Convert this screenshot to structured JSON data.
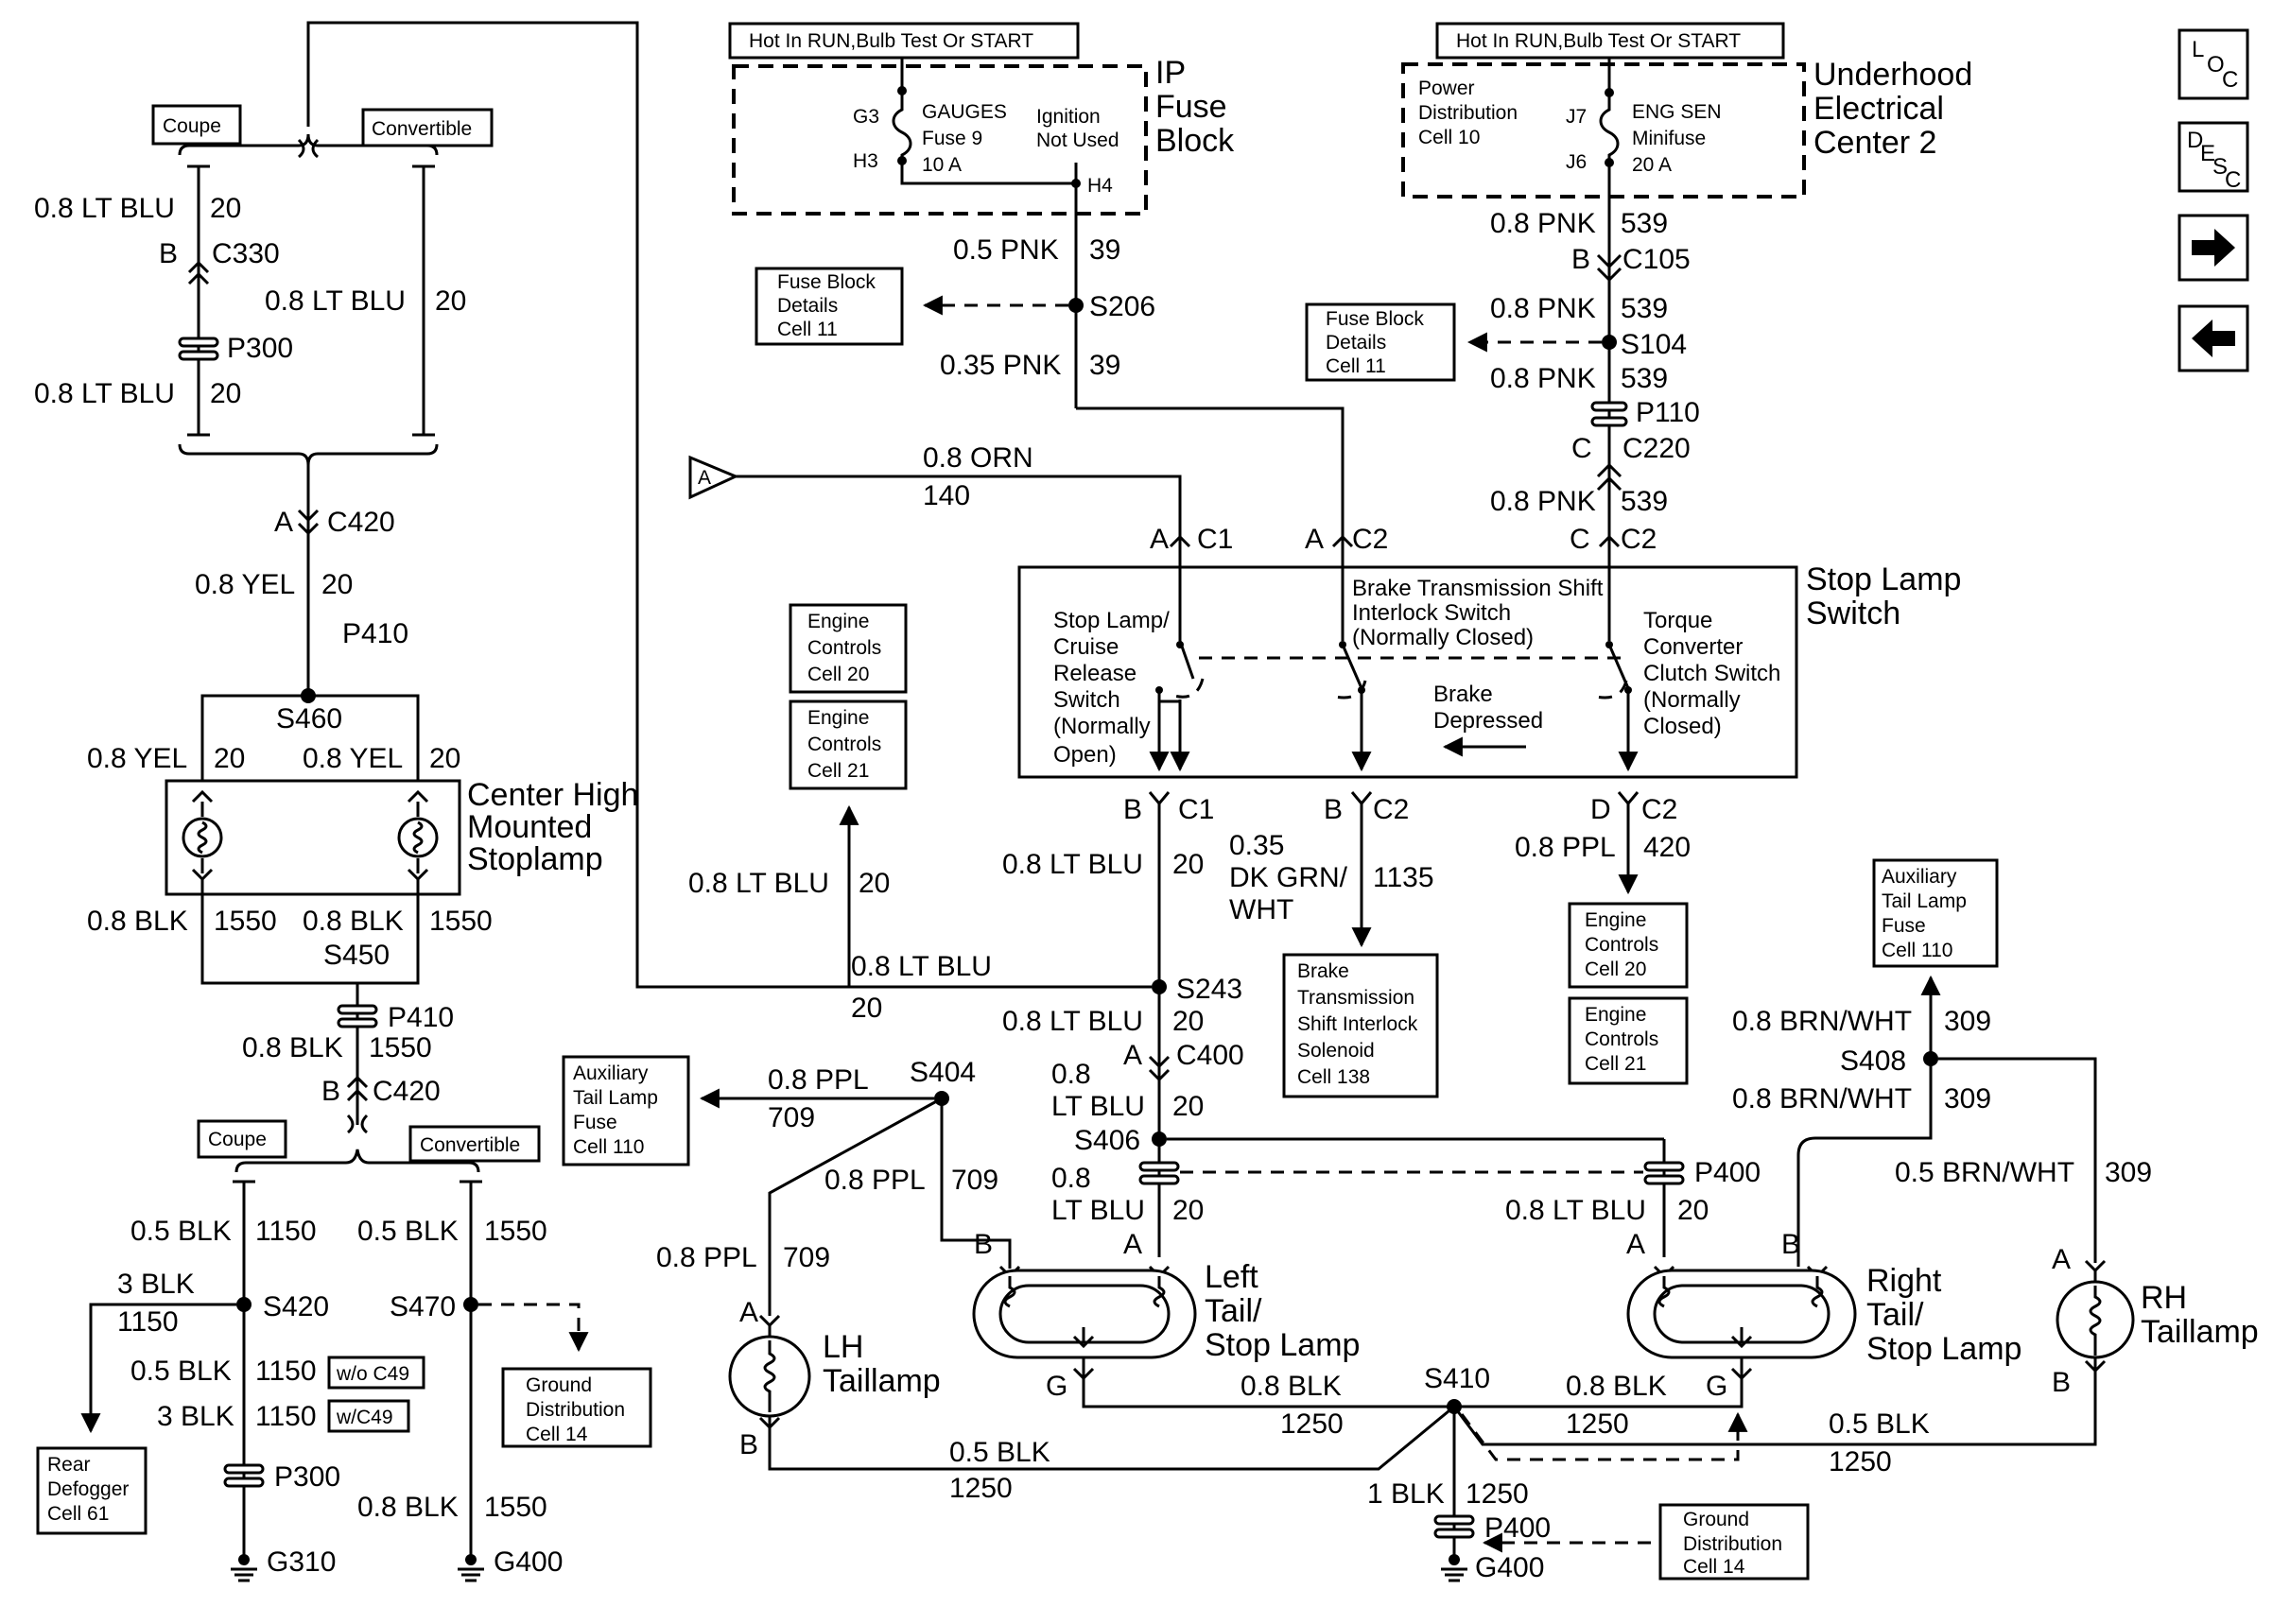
{
  "hot_label_left": "Hot In RUN,Bulb Test Or START",
  "hot_label_right": "Hot In RUN,Bulb Test Or START",
  "ip_fuse_block": {
    "name_line1": "IP",
    "name_line2": "Fuse",
    "name_line3": "Block",
    "pin_top": "G3",
    "pin_bottom": "H3",
    "fuse_l1": "GAUGES",
    "fuse_l2": "Fuse 9",
    "fuse_l3": "10 A",
    "ign_l1": "Ignition",
    "ign_l2": "Not Used",
    "pin_h4": "H4"
  },
  "uec2": {
    "name_line1": "Underhood",
    "name_line2": "Electrical",
    "name_line3": "Center 2",
    "pdc_l1": "Power",
    "pdc_l2": "Distribution",
    "pdc_l3": "Cell 10",
    "pin_top": "J7",
    "pin_bottom": "J6",
    "fuse_l1": "ENG SEN",
    "fuse_l2": "Minifuse",
    "fuse_l3": "20 A"
  },
  "nav": {
    "loc_l": "L",
    "loc_o": "O",
    "loc_c": "C",
    "desc_d": "D",
    "desc_e": "E",
    "desc_s": "S",
    "desc_c": "C",
    "next_arrow": "→",
    "prev_arrow": "←"
  },
  "wires": {
    "w_pnk39_a": "0.5 PNK",
    "c_pnk39_a": "39",
    "s206": "S206",
    "w_pnk39_b": "0.35 PNK",
    "c_pnk39_b": "39",
    "w_pnk539_a": "0.8 PNK",
    "c_pnk539_a": "539",
    "pin_b_c105": "B",
    "c105": "C105",
    "w_pnk539_b": "0.8 PNK",
    "c_pnk539_b": "539",
    "s104": "S104",
    "w_pnk539_c": "0.8 PNK",
    "c_pnk539_c": "539",
    "p110": "P110",
    "pin_c_c220": "C",
    "c220": "C220",
    "w_pnk539_d": "0.8 PNK",
    "c_pnk539_d": "539",
    "w_orn": "0.8 ORN",
    "c_orn": "140",
    "conn_a": "A",
    "w_ltblu_top1": "0.8 LT BLU",
    "c_ltblu_top1": "20",
    "pin_b_c330": "B",
    "c330": "C330",
    "p300_top": "P300",
    "w_ltblu_top2": "0.8 LT BLU",
    "c_ltblu_top2": "20",
    "w_ltblu_conv": "0.8 LT BLU",
    "c_ltblu_conv": "20",
    "coupe_top": "Coupe",
    "conv_top": "Convertible",
    "pin_a_c420": "A",
    "c420_top": "C420",
    "w_yel": "0.8 YEL",
    "c_yel": "20",
    "p410_top": "P410",
    "s460": "S460",
    "w_yel_l": "0.8 YEL",
    "c_yel_l": "20",
    "w_yel_r": "0.8 YEL",
    "c_yel_r": "20",
    "chmsl_l1": "Center High",
    "chmsl_l2": "Mounted",
    "chmsl_l3": "Stoplamp",
    "w_blk_l": "0.8 BLK",
    "c_blk_l": "1550",
    "w_blk_r": "0.8 BLK",
    "c_blk_r": "1550",
    "s450": "S450",
    "p410_bot": "P410",
    "w_blk_mid": "0.8 BLK",
    "c_blk_mid": "1550",
    "pin_b_c420": "B",
    "c420_bot": "C420",
    "coupe_bot": "Coupe",
    "conv_bot": "Convertible",
    "w_blk05_a": "0.5 BLK",
    "c_blk05_a": "1150",
    "w_blk05_b": "0.5 BLK",
    "c_blk05_b": "1550",
    "w_3blk": "3 BLK",
    "c_3blk": "1150",
    "s420": "S420",
    "s470": "S470",
    "w_blk05_c": "0.5 BLK",
    "c_blk05_c": "1150",
    "opt_wo": "w/o C49",
    "w_3blk_b": "3 BLK",
    "c_3blk_b": "1150",
    "opt_w": "w/C49",
    "p300_bot": "P300",
    "w_blk08_c": "0.8 BLK",
    "c_blk08_c": "1550",
    "g310": "G310",
    "g400_left": "G400",
    "pin_a_c1": "A",
    "c1_top": "C1",
    "pin_a_c2": "A",
    "c2_top1": "C2",
    "pin_c_c2": "C",
    "c2_top2": "C2",
    "pin_b_c1": "B",
    "c1_bot": "C1",
    "pin_b_c2": "B",
    "c2_bot1": "C2",
    "pin_d_c2": "D",
    "c2_bot2": "C2",
    "w_ltblu_sw": "0.8 LT BLU",
    "c_ltblu_sw": "20",
    "w_dkgrn_1": "0.35",
    "w_dkgrn_2": "DK GRN/",
    "w_dkgrn_3": "WHT",
    "c_dkgrn": "1135",
    "w_ppl_ec": "0.8 PPL",
    "c_ppl_ec": "420",
    "w_ltblu_ec": "0.8 LT BLU",
    "c_ltblu_ec": "20",
    "w_ltblu_s243": "0.8 LT BLU",
    "c_ltblu_s243": "20",
    "s243": "S243",
    "w_ltblu_c400": "0.8 LT BLU",
    "c_ltblu_c400": "20",
    "pin_a_c400": "A",
    "c400": "C400",
    "w_ltblu_s406_1": "0.8",
    "w_ltblu_s406_2": "LT BLU",
    "c_ltblu_s406": "20",
    "s406": "S406",
    "w_ltblu_p400_1": "0.8",
    "w_ltblu_p400_2": "LT BLU",
    "c_ltblu_p400": "20",
    "p400_mid": "P400",
    "w_ltblu_right": "0.8 LT BLU",
    "c_ltblu_right": "20",
    "w_ppl_s404": "0.8 PPL",
    "c_ppl_s404": "709",
    "s404": "S404",
    "w_ppl_b": "0.8 PPL",
    "c_ppl_b": "709",
    "w_ppl_lh": "0.8 PPL",
    "c_ppl_lh": "709",
    "pin_b_left": "B",
    "pin_a_left": "A",
    "pin_a_lh": "A",
    "pin_b_lh": "B",
    "lh_l1": "LH",
    "lh_l2": "Taillamp",
    "left_tail_l1": "Left",
    "left_tail_l2": "Tail/",
    "left_tail_l3": "Stop Lamp",
    "pin_g_left": "G",
    "pin_a_right": "A",
    "pin_b_right": "B",
    "pin_g_right": "G",
    "right_tail_l1": "Right",
    "right_tail_l2": "Tail/",
    "right_tail_l3": "Stop Lamp",
    "w_brn_a": "0.8 BRN/WHT",
    "c_brn_a": "309",
    "s408": "S408",
    "w_brn_b": "0.8 BRN/WHT",
    "c_brn_b": "309",
    "w_brn_c": "0.5 BRN/WHT",
    "c_brn_c": "309",
    "pin_a_rh": "A",
    "pin_b_rh": "B",
    "rh_l1": "RH",
    "rh_l2": "Taillamp",
    "s410": "S410",
    "w_blk08_l": "0.8 BLK",
    "c_blk08_l": "1250",
    "w_blk08_r": "0.8 BLK",
    "c_blk08_r": "1250",
    "w_blk05_lh": "0.5 BLK",
    "c_blk05_lh": "1250",
    "w_blk05_rh": "0.5 BLK",
    "c_blk05_rh": "1250",
    "w_1blk": "1 BLK",
    "c_1blk": "1250",
    "p400_bot": "P400",
    "g400_bot": "G400"
  },
  "switch": {
    "title_l1": "Stop Lamp",
    "title_l2": "Switch",
    "sl_l1": "Stop Lamp/",
    "sl_l2": "Cruise",
    "sl_l3": "Release",
    "sl_l4": "Switch",
    "sl_l5": "(Normally",
    "sl_l6": "Open)",
    "bt_l1": "Brake Transmission Shift",
    "bt_l2": "Interlock Switch",
    "bt_l3": "(Normally Closed)",
    "tc_l1": "Torque",
    "tc_l2": "Converter",
    "tc_l3": "Clutch Switch",
    "tc_l4": "(Normally",
    "tc_l5": "Closed)",
    "bd_l1": "Brake",
    "bd_l2": "Depressed"
  },
  "refs": {
    "fbd1_l1": "Fuse Block",
    "fbd1_l2": "Details",
    "fbd1_l3": "Cell 11",
    "fbd2_l1": "Fuse Block",
    "fbd2_l2": "Details",
    "fbd2_l3": "Cell 11",
    "ec20_l1": "Engine",
    "ec20_l2": "Controls",
    "ec20_l3": "Cell 20",
    "ec21_l1": "Engine",
    "ec21_l2": "Controls",
    "ec21_l3": "Cell 21",
    "ec20b_l1": "Engine",
    "ec20b_l2": "Controls",
    "ec20b_l3": "Cell 20",
    "ec21b_l1": "Engine",
    "ec21b_l2": "Controls",
    "ec21b_l3": "Cell 21",
    "btsi_l1": "Brake",
    "btsi_l2": "Transmission",
    "btsi_l3": "Shift Interlock",
    "btsi_l4": "Solenoid",
    "btsi_l5": "Cell 138",
    "atl1_l1": "Auxiliary",
    "atl1_l2": "Tail Lamp",
    "atl1_l3": "Fuse",
    "atl1_l4": "Cell 110",
    "atl2_l1": "Auxiliary",
    "atl2_l2": "Tail Lamp",
    "atl2_l3": "Fuse",
    "atl2_l4": "Cell 110",
    "gd1_l1": "Ground",
    "gd1_l2": "Distribution",
    "gd1_l3": "Cell 14",
    "gd2_l1": "Ground",
    "gd2_l2": "Distribution",
    "gd2_l3": "Cell 14",
    "rd_l1": "Rear",
    "rd_l2": "Defogger",
    "rd_l3": "Cell 61"
  }
}
